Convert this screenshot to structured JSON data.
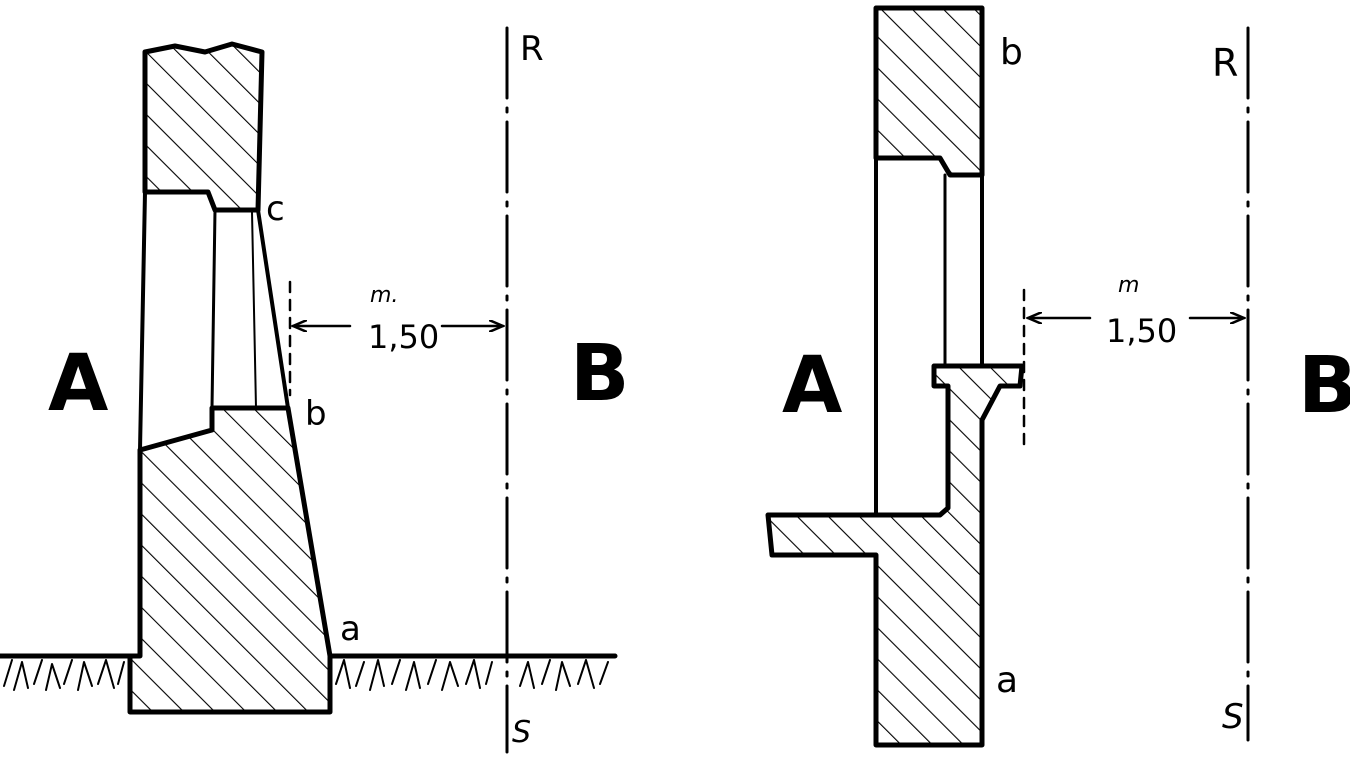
{
  "figure": {
    "left": {
      "side_label_left": "A",
      "side_label_right": "B",
      "axis_top_letter": "R",
      "axis_bottom_letter": "S",
      "point_c": "c",
      "point_b": "b",
      "point_a": "a",
      "dimension_unit": "m.",
      "dimension_value": "1,50"
    },
    "right": {
      "side_label_left": "A",
      "side_label_right": "B",
      "axis_top_letter": "R",
      "axis_bottom_letter": "S",
      "point_b": "b",
      "point_a": "a",
      "dimension_unit": "m",
      "dimension_value": "1,50"
    }
  },
  "colors": {
    "ink": "#000000",
    "paper": "#ffffff"
  }
}
